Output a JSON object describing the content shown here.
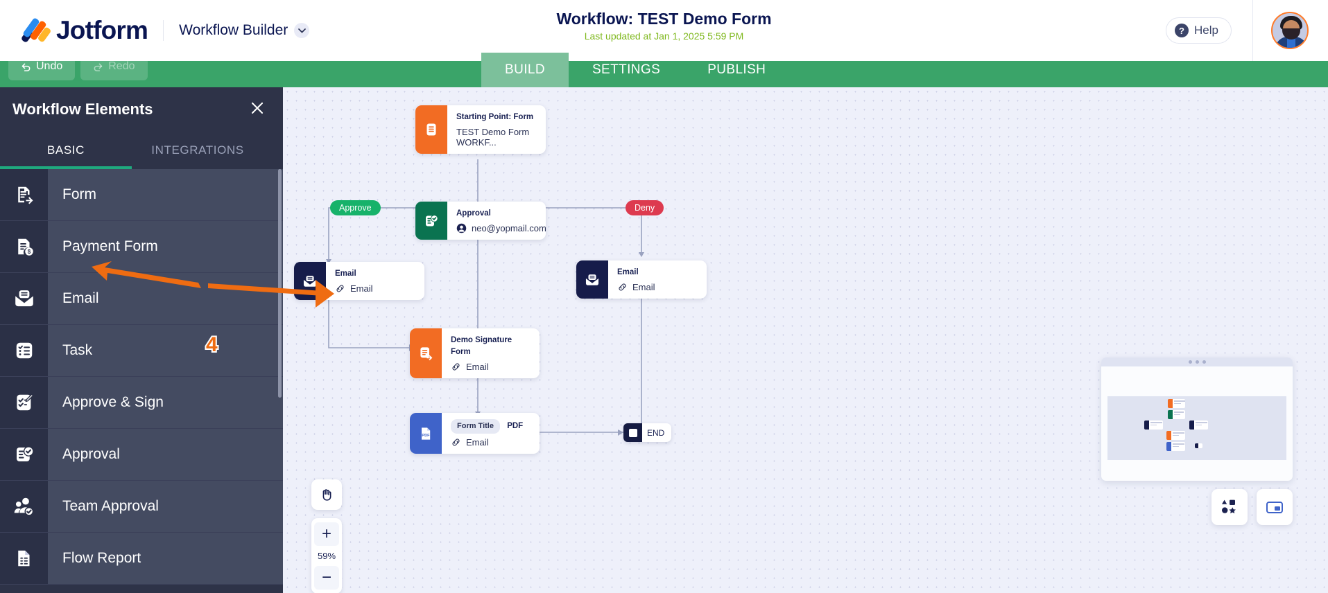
{
  "header": {
    "brand": "Jotform",
    "mode_label": "Workflow Builder",
    "chevron_icon": "chevron-down-icon",
    "title": "Workflow: TEST Demo Form",
    "subtitle": "Last updated at Jan 1, 2025 5:59 PM",
    "help_label": "Help",
    "help_icon": "question-mark-icon",
    "avatar_icon": "user-avatar"
  },
  "toolbar": {
    "undo_label": "Undo",
    "undo_icon": "undo-arrow-icon",
    "redo_label": "Redo",
    "redo_icon": "redo-arrow-icon",
    "tabs": [
      {
        "label": "BUILD",
        "active": true
      },
      {
        "label": "SETTINGS",
        "active": false
      },
      {
        "label": "PUBLISH",
        "active": false
      }
    ]
  },
  "sidebar": {
    "title": "Workflow Elements",
    "close_icon": "close-icon",
    "tabs": [
      {
        "label": "BASIC",
        "active": true
      },
      {
        "label": "INTEGRATIONS",
        "active": false
      }
    ],
    "items": [
      {
        "label": "Form",
        "icon": "form-icon"
      },
      {
        "label": "Payment Form",
        "icon": "payment-form-icon"
      },
      {
        "label": "Email",
        "icon": "email-icon"
      },
      {
        "label": "Task",
        "icon": "task-list-icon"
      },
      {
        "label": "Approve & Sign",
        "icon": "approve-sign-icon"
      },
      {
        "label": "Approval",
        "icon": "approval-icon"
      },
      {
        "label": "Team Approval",
        "icon": "team-approval-icon"
      },
      {
        "label": "Flow Report",
        "icon": "flow-report-icon"
      }
    ]
  },
  "canvas": {
    "nodes": [
      {
        "id": "start",
        "title": "Starting Point: Form",
        "subtitle": "TEST Demo Form WORKF...",
        "icon": "form-node-icon",
        "accent": "#f26c23",
        "sub_icon": ""
      },
      {
        "id": "approval",
        "title": "Approval",
        "subtitle": "neo@yopmail.com",
        "icon": "approval-node-icon",
        "accent": "#0a7350",
        "sub_icon": "user-circle-icon"
      },
      {
        "id": "email1",
        "title": "Email",
        "subtitle": "Email",
        "icon": "email-node-icon",
        "accent": "#161c4a",
        "sub_icon": "link-icon"
      },
      {
        "id": "email2",
        "title": "Email",
        "subtitle": "Email",
        "icon": "email-node-icon",
        "accent": "#161c4a",
        "sub_icon": "link-icon"
      },
      {
        "id": "signform",
        "title": "Demo Signature Form",
        "subtitle": "Email",
        "icon": "form-node-icon",
        "accent": "#f26c23",
        "sub_icon": "link-icon"
      },
      {
        "id": "pdf",
        "title": "PDF",
        "subtitle": "Email",
        "chip": "Form Title",
        "icon": "pdf-node-icon",
        "accent": "#3f63c9",
        "sub_icon": "link-icon"
      }
    ],
    "badges": [
      {
        "label": "Approve",
        "color": "#17b26a"
      },
      {
        "label": "Deny",
        "color": "#dd3a4f"
      }
    ],
    "end_label": "END",
    "zoom": {
      "pan_icon": "hand-pan-icon",
      "zoom_in_label": "+",
      "percent": "59%",
      "zoom_out_label": "−"
    },
    "minimap_label": "minimap",
    "shapes_button_icon": "shapes-icon",
    "pip_button_icon": "picture-in-picture-icon"
  },
  "annotation": {
    "step_number": "4",
    "color": "#ef6c12"
  }
}
